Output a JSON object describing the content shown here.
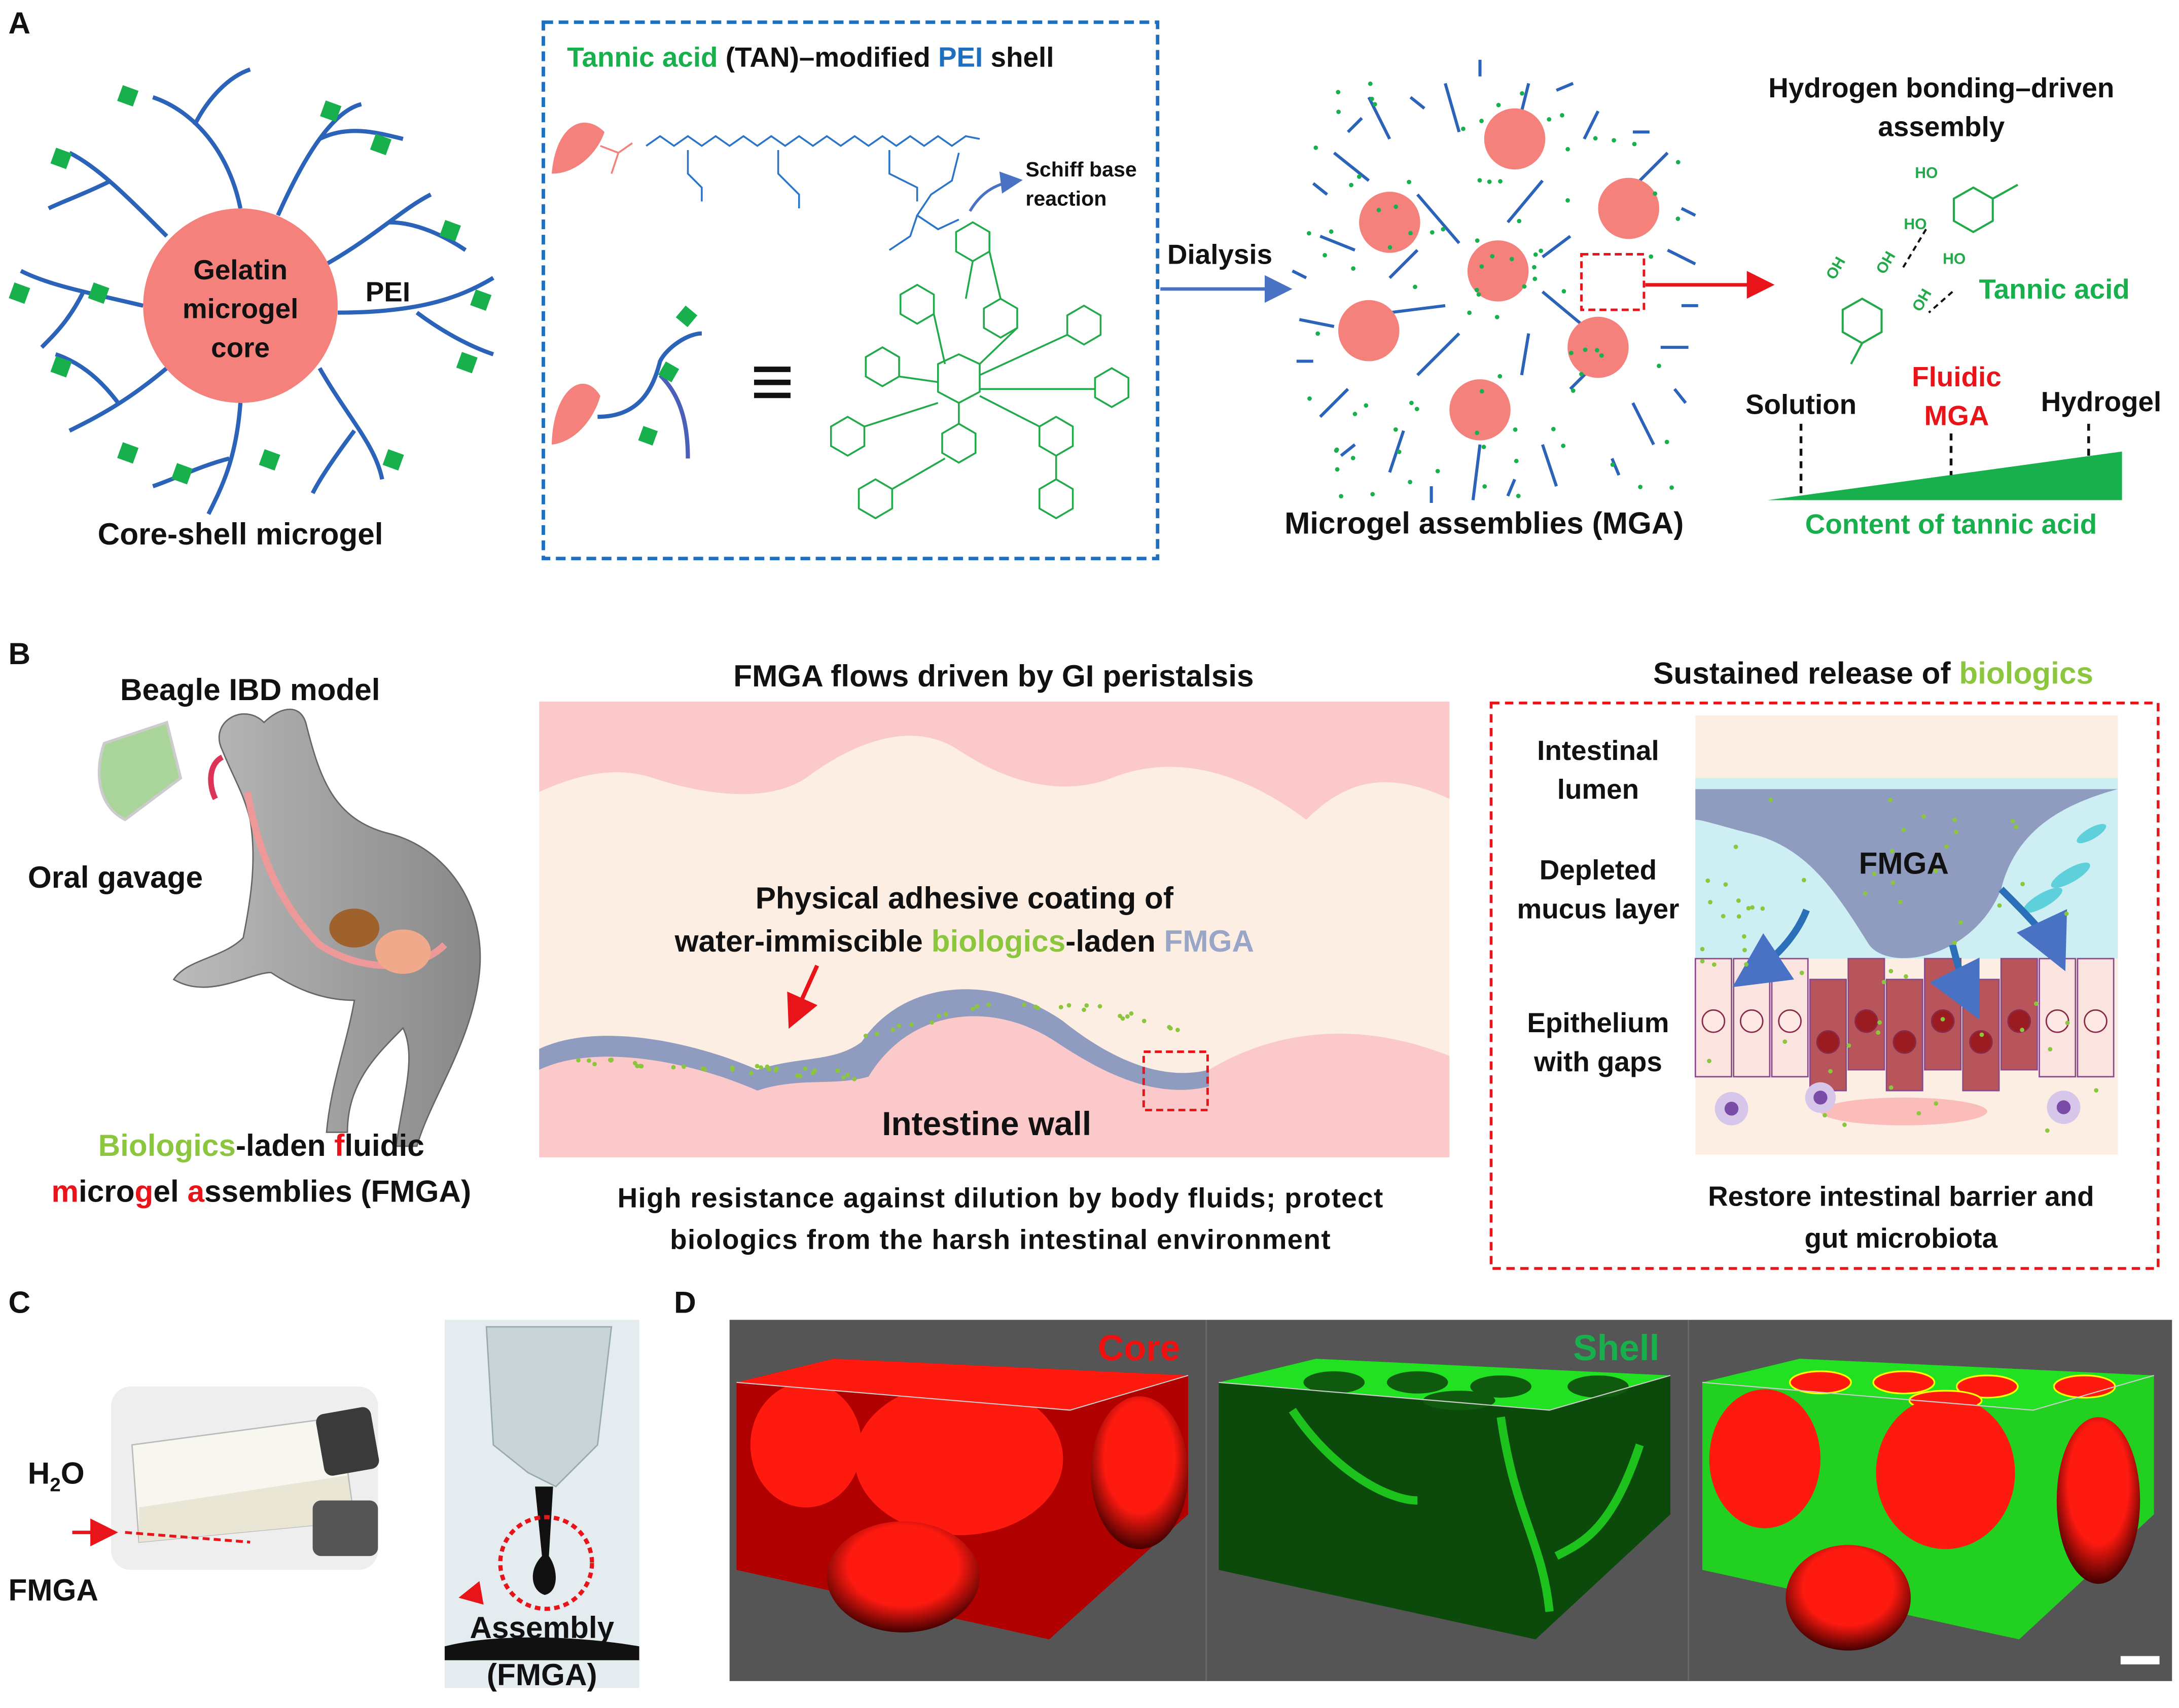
{
  "panels": {
    "a": "A",
    "b": "B",
    "c": "C",
    "d": "D"
  },
  "panel_a": {
    "core_text": [
      "Gelatin",
      "microgel",
      "core"
    ],
    "pei_label": "PEI",
    "core_shell_caption": "Core-shell microgel",
    "box_title": {
      "part1": "Tannic acid",
      "part2": " (TAN)–modified ",
      "part3": "PEI",
      "part4": " shell"
    },
    "schiff": [
      "Schiff base",
      "reaction"
    ],
    "equiv_symbol": "≡",
    "dialysis": "Dialysis",
    "mga_caption": "Microgel assemblies (MGA)",
    "hbond_title": [
      "Hydrogen bonding–driven",
      "assembly"
    ],
    "tannic_acid": "Tannic acid",
    "solution": "Solution",
    "fluidic_mga": [
      "Fluidic",
      "MGA"
    ],
    "hydrogel": "Hydrogel",
    "content_label": "Content of tannic acid"
  },
  "panel_b": {
    "beagle_title": "Beagle IBD model",
    "oral_gavage": "Oral gavage",
    "fmga_line1": {
      "p1": "Biologics",
      "p2": "-laden ",
      "p3": "f",
      "p4": "luidic"
    },
    "fmga_line2": {
      "p1": "m",
      "p2": "icro",
      "p3": "g",
      "p4": "el ",
      "p5": "a",
      "p6": "ssemblies (FMGA)"
    },
    "flow_title": "FMGA flows driven by GI peristalsis",
    "coating_line1": "Physical adhesive coating of",
    "coating_line2": {
      "p1": "water-immiscible ",
      "p2": "biologics",
      "p3": "-laden ",
      "p4": "FMGA"
    },
    "intestine_wall": "Intestine wall",
    "caption_line1": "High resistance against dilution by body fluids; protect",
    "caption_line2": "biologics from the harsh intestinal environment",
    "release_title": {
      "p1": "Sustained release of ",
      "p2": "biologics"
    },
    "lumen": [
      "Intestinal",
      "lumen"
    ],
    "mucus": [
      "Depleted",
      "mucus layer"
    ],
    "epithelium": [
      "Epithelium",
      "with gaps"
    ],
    "fmga_label": "FMGA",
    "restore": [
      "Restore intestinal barrier and",
      "gut microbiota"
    ]
  },
  "panel_c": {
    "h2o": {
      "h": "H",
      "sub": "2",
      "o": "O"
    },
    "fmga": "FMGA",
    "assembly": [
      "Assembly",
      "(FMGA)"
    ]
  },
  "panel_d": {
    "core": "Core",
    "shell": "Shell"
  },
  "colors": {
    "core": "#f4817b",
    "pei_blue": "#2b63b8",
    "tannic_green": "#18b04c",
    "biologics_green": "#8cc63f",
    "fmga_gray": "#9aa6c8",
    "highlight_red": "#e8141a",
    "intestine_pink": "#fbc9c9",
    "confocal_bg": "#555555"
  }
}
